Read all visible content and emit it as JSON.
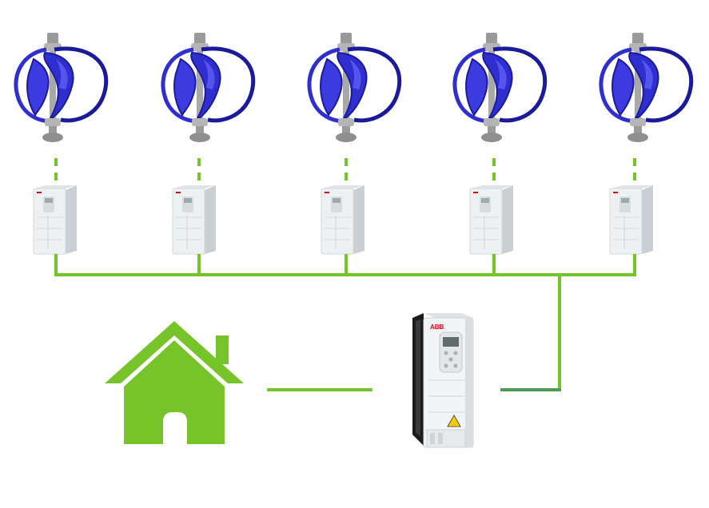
{
  "colors": {
    "background": "#ffffff",
    "connector_green": "#76c32a",
    "connector_dark_green": "#4f9a55",
    "house_green": "#76c32a",
    "turbine_blue": "#2f2fd0",
    "turbine_blue_dark": "#1a1a9a",
    "turbine_hub_gray": "#9a9a9a",
    "drive_body": "#eef1f2",
    "drive_side": "#c9cfd2",
    "drive_heatsink": "#1c1c1c",
    "abb_red": "#e2001a"
  },
  "diagram": {
    "turbine_count": 5,
    "small_drive_count": 5,
    "nodes": [
      {
        "id": "turbine-1",
        "kind": "vertical-axis-wind-turbine",
        "icon": "wind-turbine-icon"
      },
      {
        "id": "turbine-2",
        "kind": "vertical-axis-wind-turbine",
        "icon": "wind-turbine-icon"
      },
      {
        "id": "turbine-3",
        "kind": "vertical-axis-wind-turbine",
        "icon": "wind-turbine-icon"
      },
      {
        "id": "turbine-4",
        "kind": "vertical-axis-wind-turbine",
        "icon": "wind-turbine-icon"
      },
      {
        "id": "turbine-5",
        "kind": "vertical-axis-wind-turbine",
        "icon": "wind-turbine-icon"
      },
      {
        "id": "drive-1",
        "kind": "frequency-converter",
        "icon": "inverter-icon"
      },
      {
        "id": "drive-2",
        "kind": "frequency-converter",
        "icon": "inverter-icon"
      },
      {
        "id": "drive-3",
        "kind": "frequency-converter",
        "icon": "inverter-icon"
      },
      {
        "id": "drive-4",
        "kind": "frequency-converter",
        "icon": "inverter-icon"
      },
      {
        "id": "drive-5",
        "kind": "frequency-converter",
        "icon": "inverter-icon"
      },
      {
        "id": "main-drive",
        "kind": "frequency-converter",
        "icon": "inverter-icon"
      },
      {
        "id": "house",
        "kind": "home",
        "icon": "house-icon"
      }
    ],
    "edges": [
      {
        "from": "turbine-1",
        "to": "drive-1"
      },
      {
        "from": "turbine-2",
        "to": "drive-2"
      },
      {
        "from": "turbine-3",
        "to": "drive-3"
      },
      {
        "from": "turbine-4",
        "to": "drive-4"
      },
      {
        "from": "turbine-5",
        "to": "drive-5"
      },
      {
        "from": "drive-1",
        "to": "bus"
      },
      {
        "from": "drive-2",
        "to": "bus"
      },
      {
        "from": "drive-3",
        "to": "bus"
      },
      {
        "from": "drive-4",
        "to": "bus"
      },
      {
        "from": "drive-5",
        "to": "bus"
      },
      {
        "from": "bus",
        "to": "main-drive"
      },
      {
        "from": "main-drive",
        "to": "house"
      }
    ],
    "main_drive_logo": "ABB"
  }
}
